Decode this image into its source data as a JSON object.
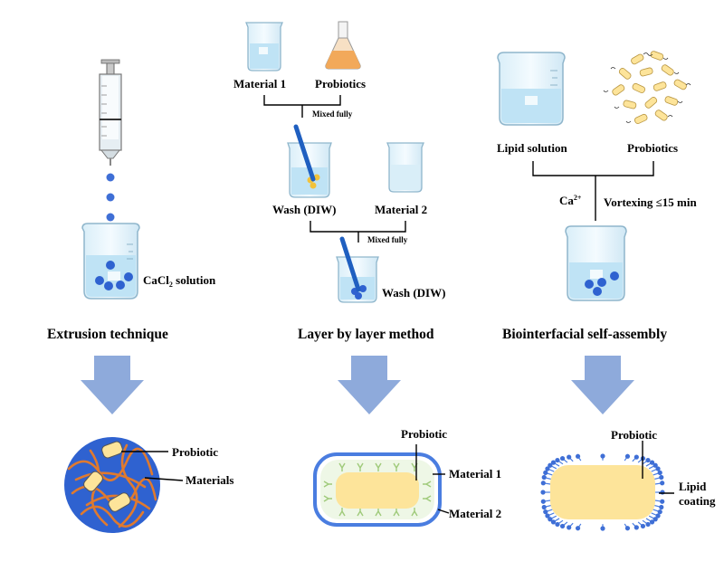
{
  "extrusion": {
    "solution_label_main": "CaCl",
    "solution_label_sub": "2",
    "solution_label_rest": " solution",
    "title": "Extrusion technique",
    "probiotic_label": "Probiotic",
    "materials_label": "Materials"
  },
  "layer": {
    "material1_label": "Material 1",
    "probiotics_label": "Probiotics",
    "mixed1_label": "Mixed fully",
    "wash1_label": "Wash (DIW)",
    "material2_label": "Material 2",
    "mixed2_label": "Mixed fully",
    "wash2_label": "Wash (DIW)",
    "title": "Layer by layer method",
    "probiotic_label": "Probiotic",
    "cap_material1_label": "Material 1",
    "cap_material2_label": "Material 2"
  },
  "bio": {
    "lipid_label": "Lipid solution",
    "probiotics_label": "Probiotics",
    "ca_label": "Ca",
    "ca_sup": "2+",
    "vortex_label": "Vortexing ≤15 min",
    "title": "Biointerfacial self-assembly",
    "probiotic_label": "Probiotic",
    "lipid_coating_line1": "Lipid",
    "lipid_coating_line2": "coating"
  },
  "colors": {
    "arrow": "#8eaadb",
    "drop": "#3f6fd6",
    "liquid": "#bfe3f5",
    "capsule_fill": "#fde49a",
    "capsule_border": "#4a7de0",
    "fiber": "#e07a2e",
    "sphere": "#2f62d0"
  }
}
